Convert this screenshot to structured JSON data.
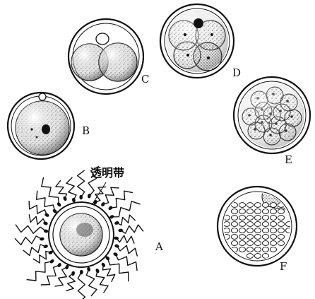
{
  "figure": {
    "labels": {
      "zona_pellucida": "透明带",
      "A": "A",
      "B": "B",
      "C": "C",
      "D": "D",
      "E": "E",
      "F": "F"
    }
  }
}
